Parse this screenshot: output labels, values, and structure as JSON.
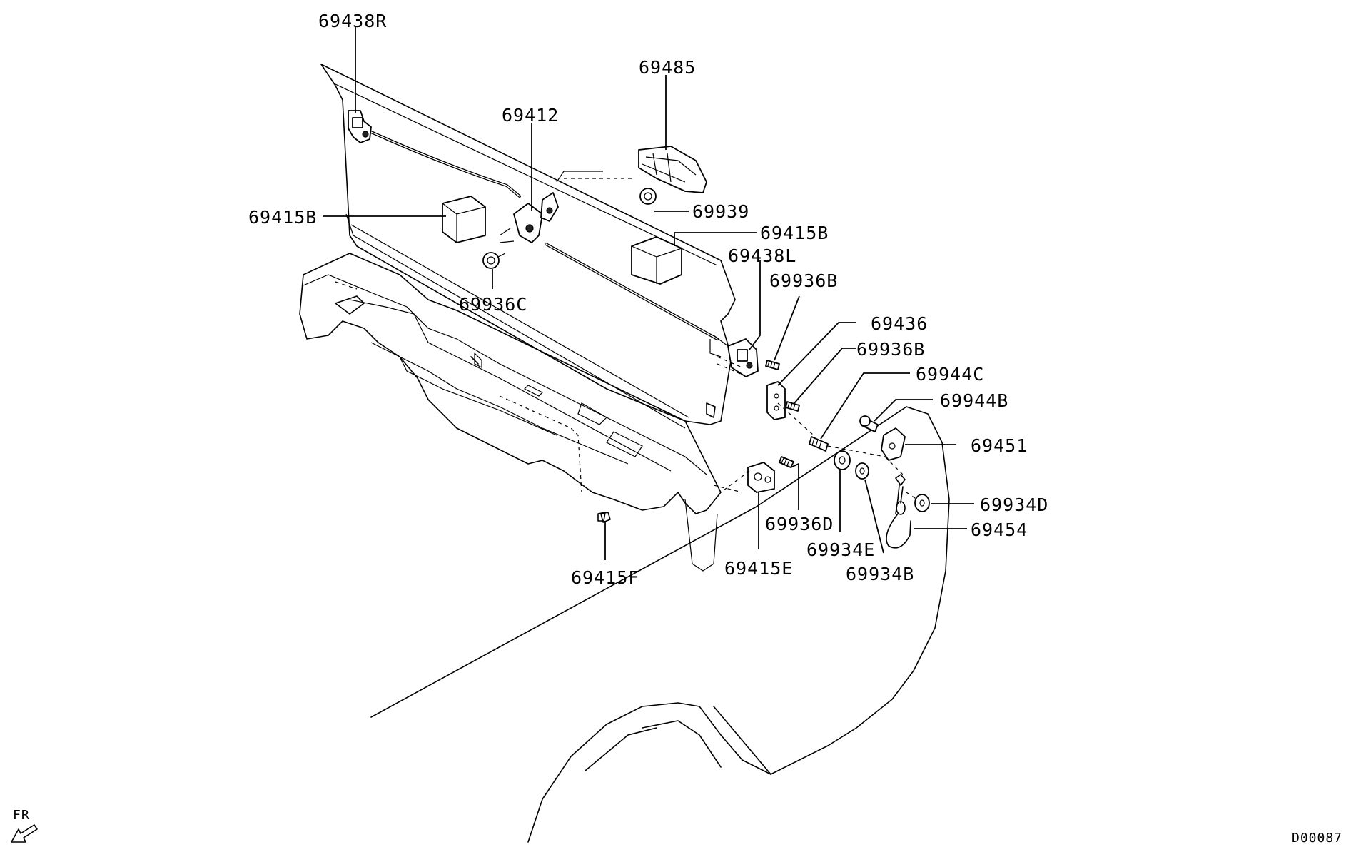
{
  "diagram": {
    "code": "D00087",
    "direction": "FR"
  },
  "labels": {
    "p69438R": "69438R",
    "p69485": "69485",
    "p69412": "69412",
    "p69939": "69939",
    "p69415B_left": "69415B",
    "p69415B_right": "69415B",
    "p69438L": "69438L",
    "p69936C": "69936C",
    "p69936B_upper": "69936B",
    "p69436": "69436",
    "p69936B_lower": "69936B",
    "p69944C": "69944C",
    "p69944B": "69944B",
    "p69451": "69451",
    "p69934D": "69934D",
    "p69454": "69454",
    "p69936D": "69936D",
    "p69934E": "69934E",
    "p69934B": "69934B",
    "p69415E": "69415E",
    "p69415F": "69415F"
  }
}
